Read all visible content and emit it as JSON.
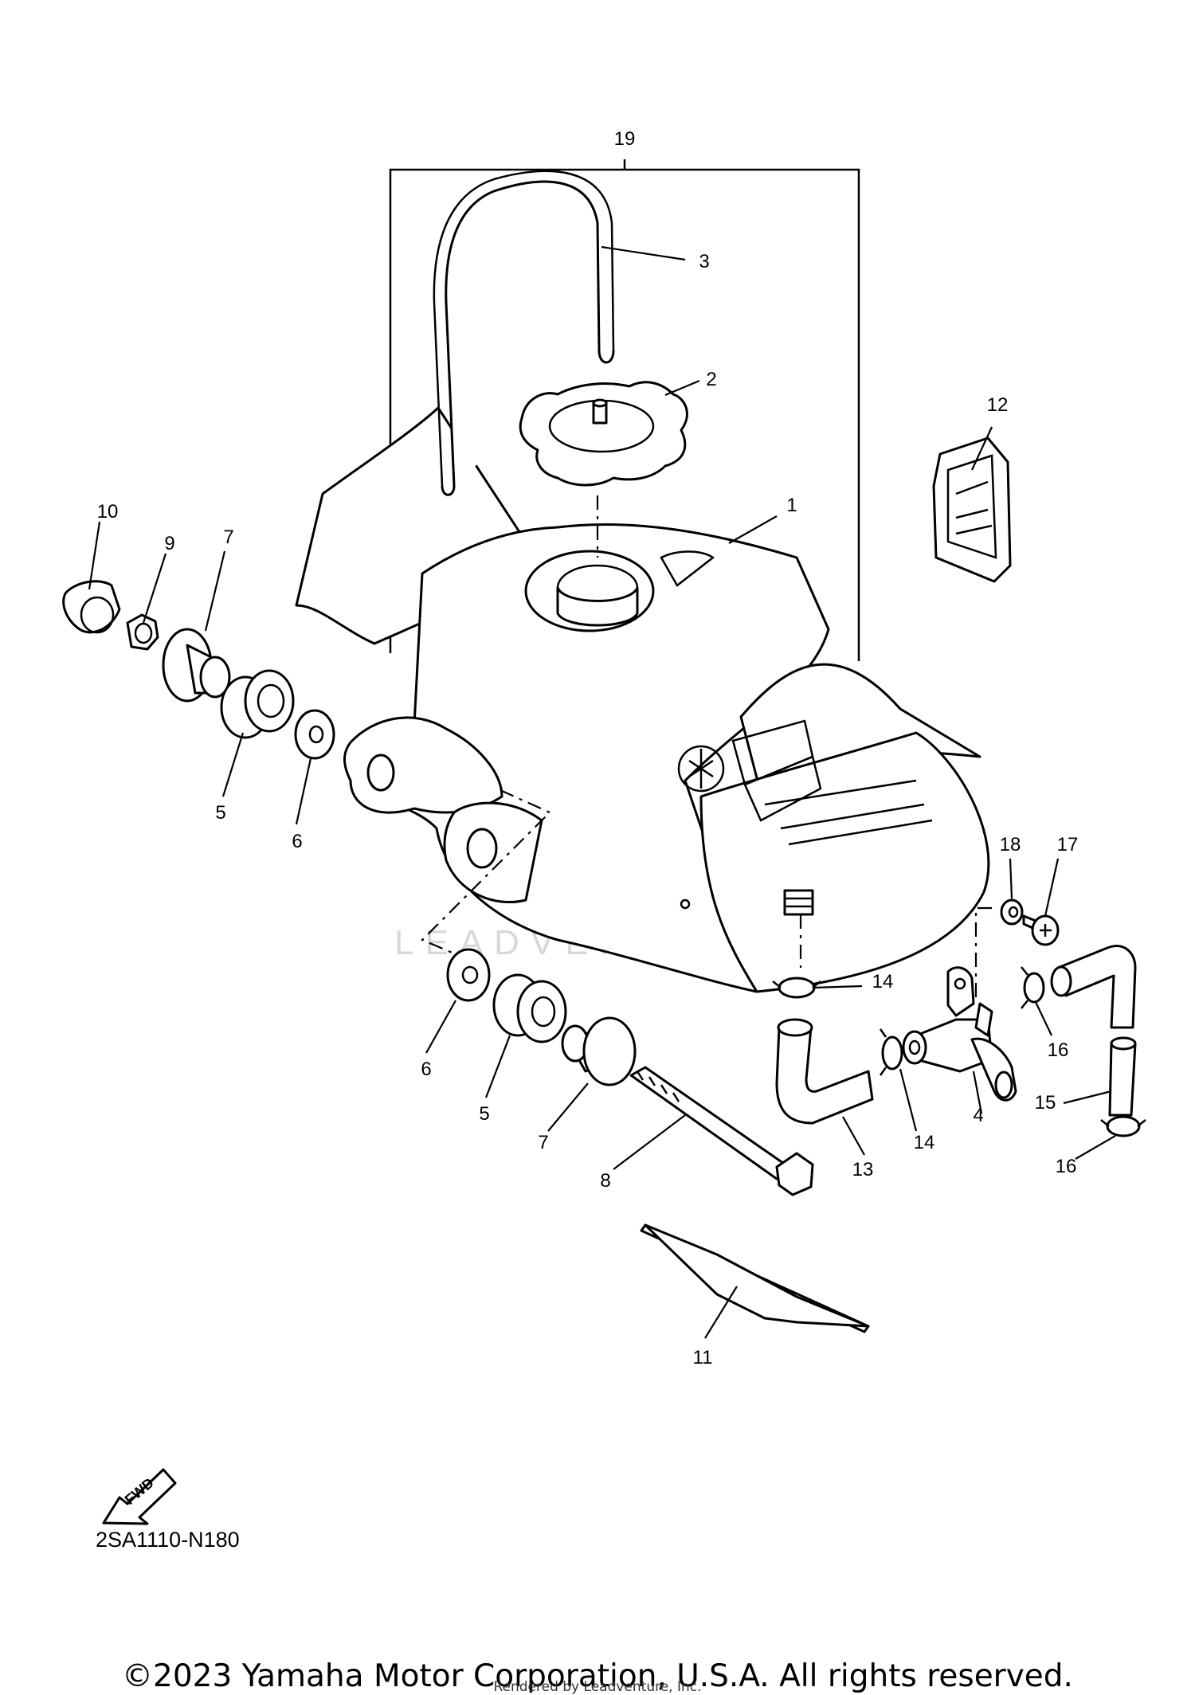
{
  "diagram": {
    "watermark": "LEADVENTURE",
    "fwd_label": "FWD",
    "callouts": [
      {
        "id": "c19",
        "label": "19"
      },
      {
        "id": "c3",
        "label": "3"
      },
      {
        "id": "c2",
        "label": "2"
      },
      {
        "id": "c12",
        "label": "12"
      },
      {
        "id": "c1",
        "label": "1"
      },
      {
        "id": "c10",
        "label": "10"
      },
      {
        "id": "c9",
        "label": "9"
      },
      {
        "id": "c7a",
        "label": "7"
      },
      {
        "id": "c5a",
        "label": "5"
      },
      {
        "id": "c6a",
        "label": "6"
      },
      {
        "id": "c18",
        "label": "18"
      },
      {
        "id": "c17",
        "label": "17"
      },
      {
        "id": "c14a",
        "label": "14"
      },
      {
        "id": "c16a",
        "label": "16"
      },
      {
        "id": "c6b",
        "label": "6"
      },
      {
        "id": "c5b",
        "label": "5"
      },
      {
        "id": "c7b",
        "label": "7"
      },
      {
        "id": "c14b",
        "label": "14"
      },
      {
        "id": "c4",
        "label": "4"
      },
      {
        "id": "c15",
        "label": "15"
      },
      {
        "id": "c13",
        "label": "13"
      },
      {
        "id": "c8",
        "label": "8"
      },
      {
        "id": "c16b",
        "label": "16"
      },
      {
        "id": "c11",
        "label": "11"
      }
    ]
  },
  "footer": {
    "diagram_code": "2SA1110-N180",
    "copyright": "©2023 Yamaha Motor Corporation, U.S.A. All rights reserved.",
    "rendered_by": "Rendered by Leadventure, Inc."
  }
}
